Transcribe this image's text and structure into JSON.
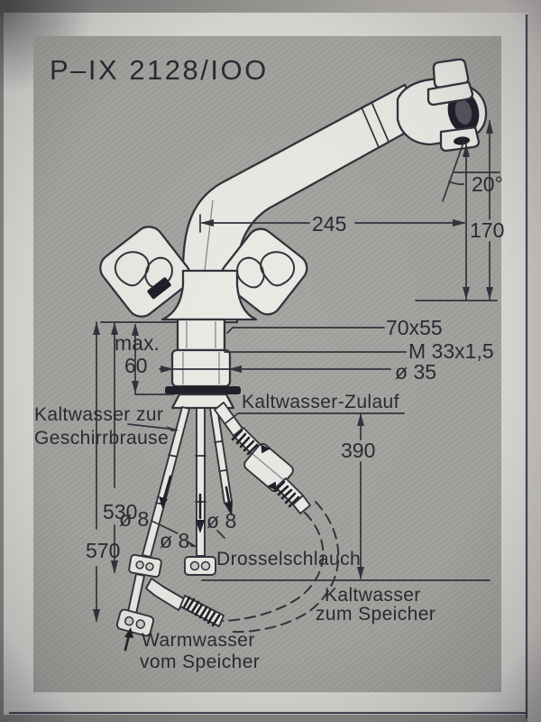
{
  "title": "P–IX 2128/IOO",
  "dimensions": {
    "spout_angle": "20°",
    "reach": "245",
    "outlet_height": "170",
    "base_footprint": "70x55",
    "thread": "M 33x1,5",
    "shank_dia": "ø 35",
    "max_label": "max.",
    "max_value": "60",
    "inlet_hose_length": "390",
    "hose_length_inner": "530",
    "hose_length_outer": "570",
    "tube_dia_left": "ø 8",
    "tube_dia_middle": "ø 8",
    "tube_dia_right": "ø 8"
  },
  "labels": {
    "cold_to_spray_line1": "Kaltwasser zur",
    "cold_to_spray_line2": "Geschirrbrause",
    "cold_inlet": "Kaltwasser-Zulauf",
    "throttle_hose": "Drosselschlauch",
    "cold_to_tank_line1": "Kaltwasser",
    "cold_to_tank_line2": "zum Speicher",
    "hot_from_tank_line1": "Warmwasser",
    "hot_from_tank_line2": "vom Speicher"
  },
  "colors": {
    "photo-bg": "#8b8987",
    "page": "#dcdad6",
    "page-outside": "#c9c6c2",
    "panel": "#a7a6a2",
    "ink": "#34323c",
    "ink-dark": "#211f29",
    "ink-text": "#2b2a33",
    "part-fill": "#eceae5",
    "rule": "#474253"
  }
}
